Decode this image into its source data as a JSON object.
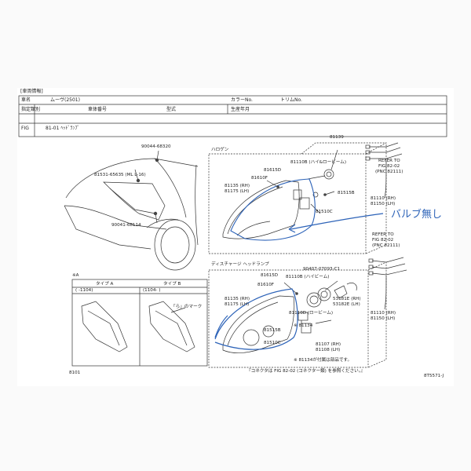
{
  "header": {
    "section_label": "[車両情報]",
    "model_label": "車名",
    "model_value": "ムーヴ(2501)",
    "color_label": "カラーNo.",
    "trim_label": "トリムNo.",
    "type_spec_label": "指定類別",
    "chassis_label": "車体番号",
    "form_label": "型式",
    "production_label": "生産年月",
    "fig_label": "FIG",
    "fig_value": "81-01 ﾍｯﾄﾞﾗﾝﾌﾟ"
  },
  "car_view": {
    "labels": [
      "90044-68320",
      "81531-65635 (ML L-16)",
      "90041-68114"
    ]
  },
  "halogen": {
    "title": "ハロゲン",
    "labels": [
      "81139",
      "81110B (ハイ&ロービーム)",
      "81615D",
      "81610F",
      "81135 (RH)",
      "81175 (LH)",
      "81515B",
      "81510C"
    ]
  },
  "discharge": {
    "title": "ディスチャージ ヘッドランプ",
    "labels": [
      "90407-07093-C1",
      "81615D",
      "81110B (ハイビーム)",
      "81610F",
      "81135 (RH)",
      "81175 (LH)",
      "53181E (RH)",
      "53182E (LH)",
      "81110D (ロービーム)",
      "※ 81134",
      "81515B",
      "81510C",
      "81107 (RH)",
      "81108 (LH)",
      "※ 81134が付属は部品です。"
    ]
  },
  "right_refs": {
    "ref_top": [
      "REFER TO",
      "FIG 82-02",
      "(PNC 82111)"
    ],
    "part_top": [
      "81110 (RH)",
      "81150 (LH)"
    ],
    "ref_bottom": [
      "REFER TO",
      "FIG 82-02",
      "(PNC 82111)"
    ],
    "part_bottom": [
      "81110 (RH)",
      "81150 (LH)"
    ]
  },
  "type_box": {
    "header": "※A",
    "type_a": "タイプ A",
    "type_b": "タイプ B",
    "range_a": "( -1104)",
    "range_b": "(1104- )",
    "mark": "「ら」のマーク"
  },
  "footer": {
    "note": "『コネクタは FIG 82-02 (コネクター類) を参照ください。』",
    "page": "8101",
    "code": "8T5571-J"
  },
  "handwritten": "バルブ無し",
  "colors": {
    "annotation": "#2d63b8",
    "lines": "#333333"
  }
}
